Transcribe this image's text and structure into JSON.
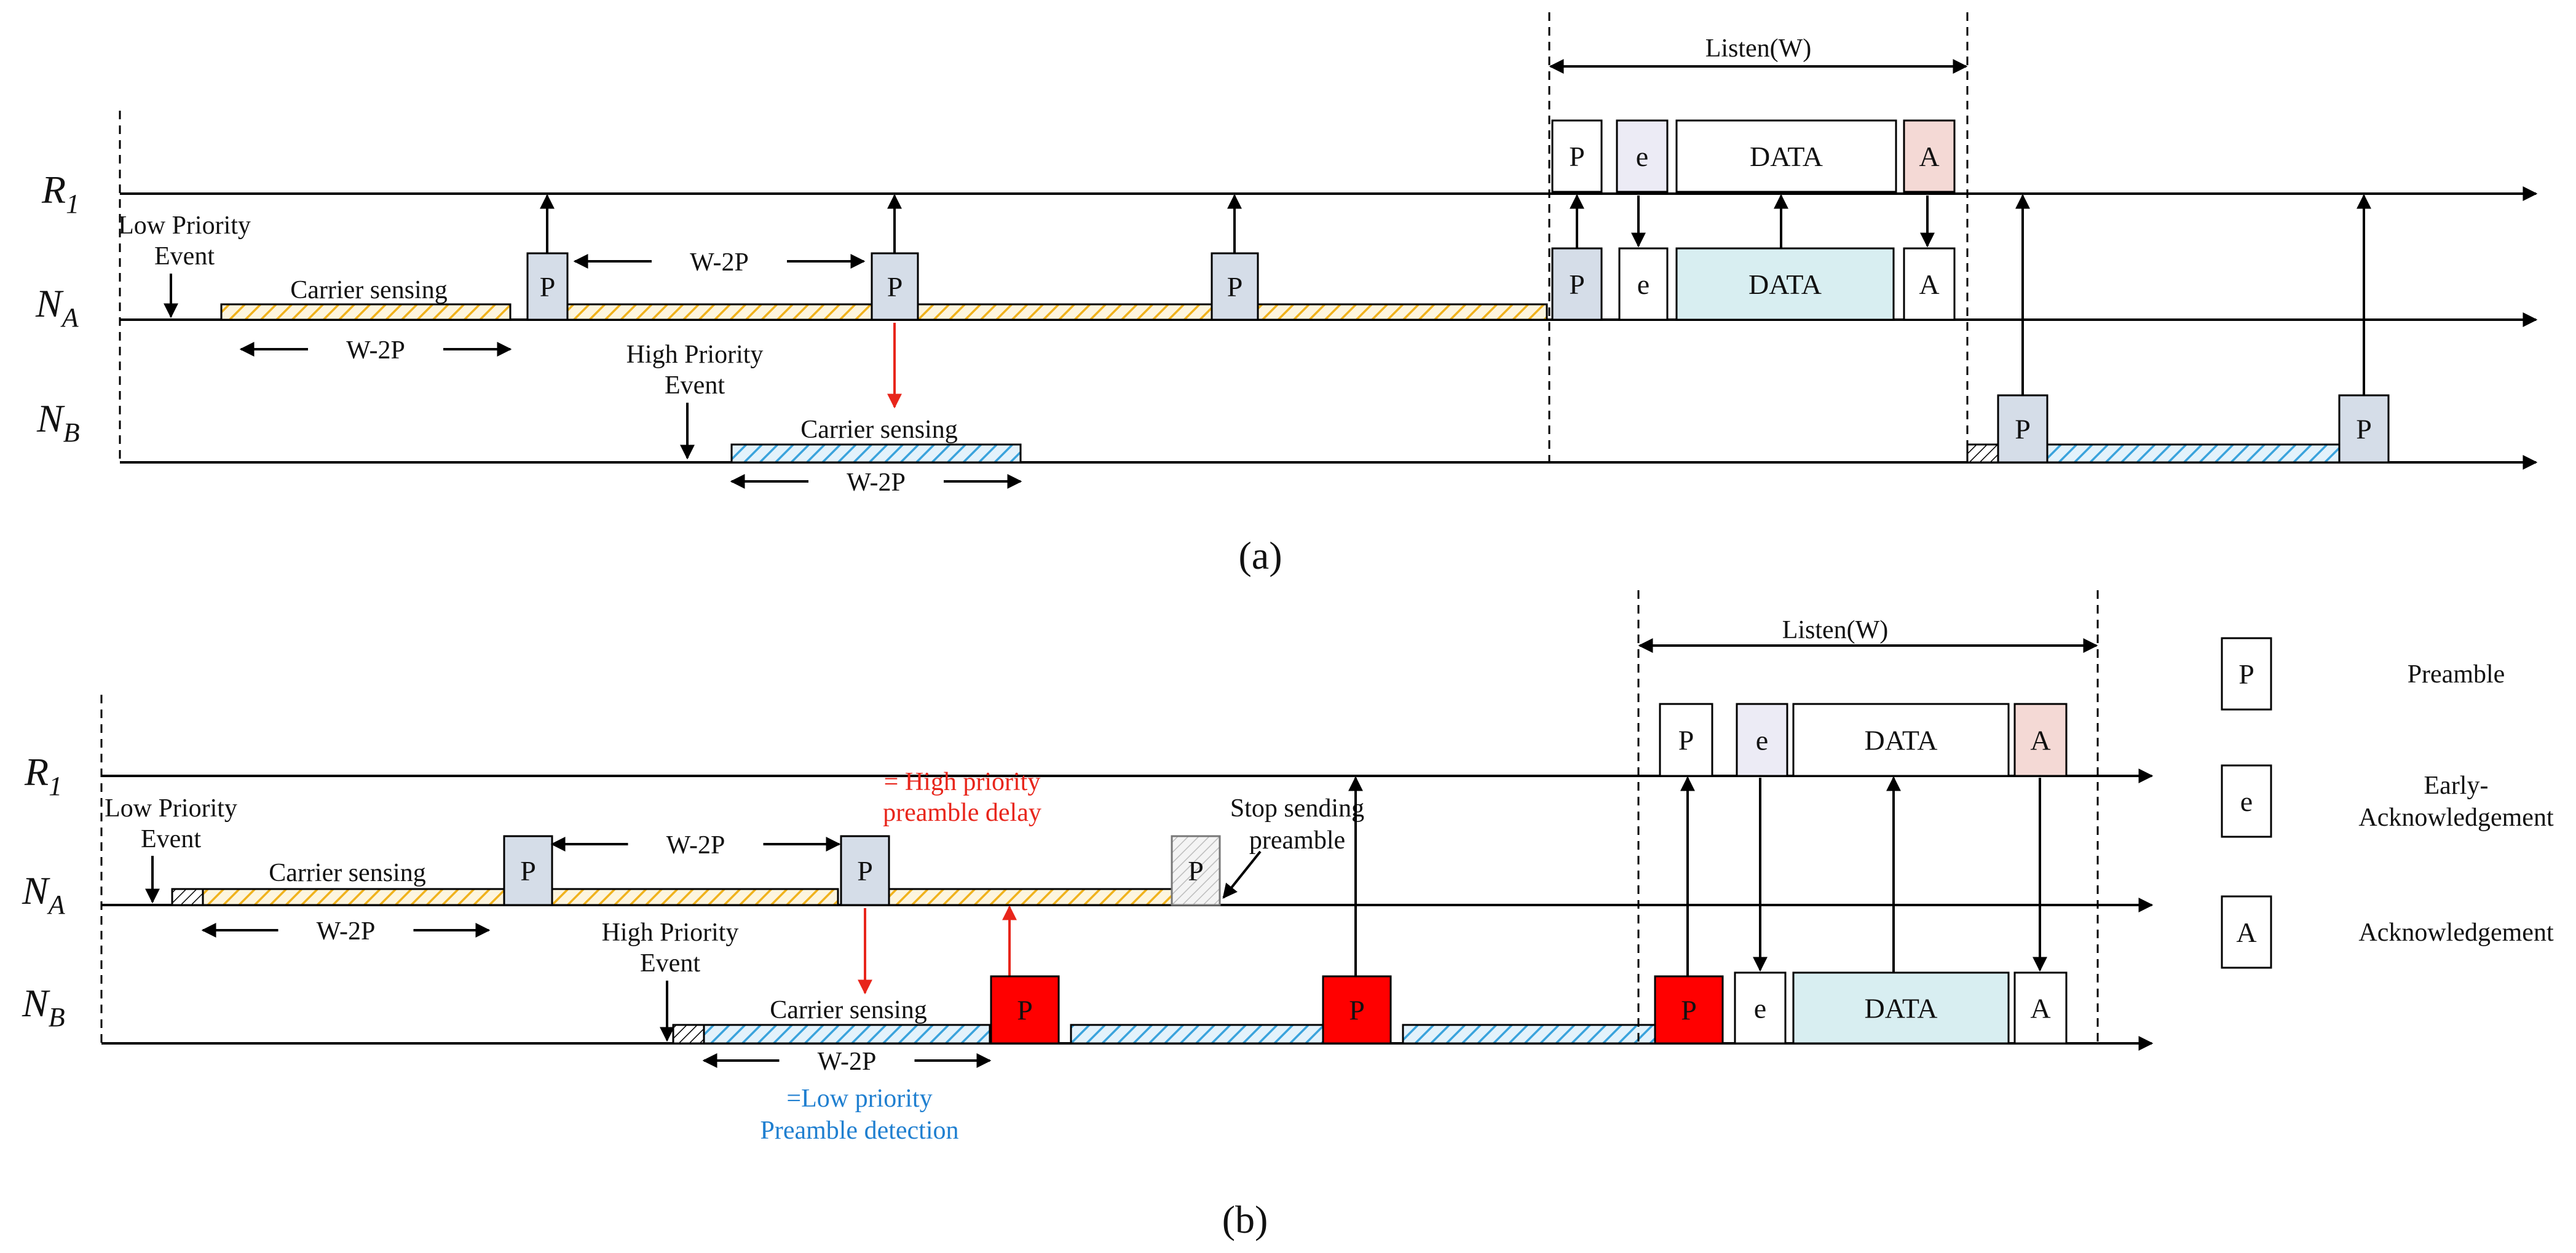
{
  "axis_labels": {
    "r1": "R",
    "r1_sub": "1",
    "na": "N",
    "na_sub": "A",
    "nb": "N",
    "nb_sub": "B"
  },
  "text": {
    "low_priority_event": [
      "Low Priority",
      "Event"
    ],
    "high_priority_event": [
      "High Priority",
      "Event"
    ],
    "carrier_sensing": "Carrier sensing",
    "w2p": "W-2P",
    "listen": "Listen(W)",
    "preamble_box": "P",
    "early_box": "e",
    "data_box": "DATA",
    "ack_box": "A",
    "caption_a": "(a)",
    "caption_b": "(b)",
    "hp_delay": [
      "= High priority",
      "preamble delay"
    ],
    "stop_sending": [
      "Stop sending",
      "preamble"
    ],
    "lp_detection": [
      "=Low priority",
      "Preamble detection"
    ]
  },
  "legend": [
    {
      "symbol": "P",
      "label": [
        "Preamble"
      ]
    },
    {
      "symbol": "e",
      "label": [
        "Early-",
        "Acknowledgement"
      ]
    },
    {
      "symbol": "A",
      "label": [
        "Acknowledgement"
      ]
    }
  ],
  "colors": {
    "preamble_fill": "#d5dde8",
    "data_fill": "#d8eef1",
    "early_fill": "#ecebf5",
    "ack_fill": "#f4d9d5",
    "hp_preamble": "#ff0000",
    "orange_hatch": "#f0b21c",
    "blue_hatch": "#3aa3dc",
    "red_arrow": "#e8251b",
    "blue_text": "#1f7fd0"
  }
}
